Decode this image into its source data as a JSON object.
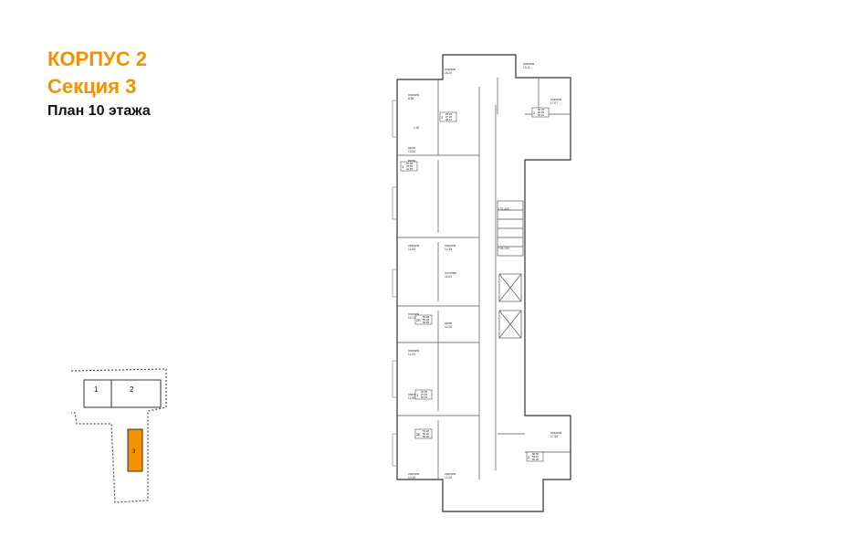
{
  "header": {
    "building": "КОРПУС 2",
    "section": "Секция 3",
    "floor": "План 10 этажа"
  },
  "colors": {
    "accent": "#f39200",
    "text": "#111111",
    "line": "#333333"
  },
  "keymap": {
    "labels": [
      "1",
      "2",
      "3"
    ]
  },
  "plan": {
    "rooms": [
      {
        "type": "спальня",
        "area": "16.20"
      },
      {
        "type": "спальня",
        "area": "13.11"
      },
      {
        "type": "спальня",
        "area": "8.86"
      },
      {
        "type": "спальня",
        "area": "17.07"
      },
      {
        "type": "кухня",
        "area": "13.00"
      },
      {
        "type": "кухня",
        "area": "15.03"
      },
      {
        "type": "спальня",
        "area": "12.84"
      },
      {
        "type": "спальня",
        "area": "13.35"
      },
      {
        "type": "спальня",
        "area": "10.74"
      },
      {
        "type": "спальня",
        "area": "11.04"
      },
      {
        "type": "гостиная",
        "area": "15.03"
      },
      {
        "type": "кухня",
        "area": "14.26"
      },
      {
        "type": "спальня",
        "area": "12.55"
      },
      {
        "type": "спальня",
        "area": "17.55"
      },
      {
        "type": "спальня",
        "area": "10.35"
      },
      {
        "type": "спальня",
        "area": "12.05"
      }
    ],
    "apartment_tags": [
      {
        "rooms": "2",
        "a": "35.34",
        "b": "37.20",
        "c": "38.47"
      },
      {
        "rooms": "2",
        "a": "60.78",
        "b": "60.90",
        "c": "60.22"
      },
      {
        "rooms": "1",
        "a": "32.68",
        "b": "35.55",
        "c": "41.55"
      },
      {
        "rooms": "2Е",
        "a": "54.28",
        "b": "55.20",
        "c": "56.09"
      },
      {
        "rooms": "1",
        "a": "32.55",
        "b": "37.33",
        "c": "36.15"
      },
      {
        "rooms": "2Е",
        "a": "53.28",
        "b": "56.20",
        "c": "56.00"
      },
      {
        "rooms": "2",
        "a": "58.50",
        "b": "59.87",
        "c": "60.26"
      }
    ],
    "corridor_dim": "1.90",
    "elevation_1": "+37.400",
    "elevation_2": "+34.100"
  }
}
